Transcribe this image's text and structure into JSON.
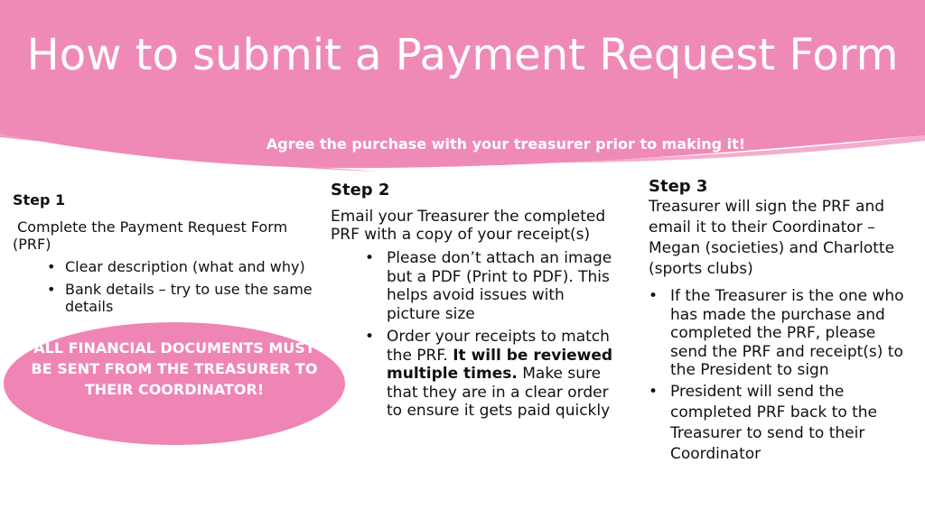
{
  "slide": {
    "title": "How to submit a Payment Request Form",
    "subtitle": "Agree the purchase with your treasurer prior to making it!",
    "colors": {
      "banner": "#ef8ab7",
      "accent": "#ef85b5",
      "text": "#111111"
    }
  },
  "step1": {
    "heading": "Step 1",
    "description": " Complete the Payment Request Form (PRF)",
    "bullets": [
      "Clear description (what and why)",
      "Bank details – try to use the same details"
    ]
  },
  "warning": {
    "text": "ALL FINANCIAL DOCUMENTS MUST BE SENT FROM THE TREASURER TO THEIR COORDINATOR!"
  },
  "step2": {
    "heading": "Step 2",
    "description": "Email your Treasurer the completed PRF with a copy of your receipt(s)",
    "bullet1": "Please don’t attach an image but a PDF (Print to PDF). This helps avoid issues with picture size",
    "bullet2_part1": "Order your receipts to match the PRF. ",
    "bullet2_bold": "It will be reviewed multiple times.",
    "bullet2_part2": " Make sure that they are in a clear order to ensure it gets paid quickly"
  },
  "step3": {
    "heading": "Step 3",
    "description": "Treasurer will sign the PRF and email it to their Coordinator – Megan (societies) and Charlotte (sports clubs)",
    "bullets": [
      "If the Treasurer is the one who has made the purchase and completed the PRF, please send the PRF and receipt(s) to the President  to sign",
      "President will send the completed PRF back to the Treasurer to send to their Coordinator"
    ]
  }
}
